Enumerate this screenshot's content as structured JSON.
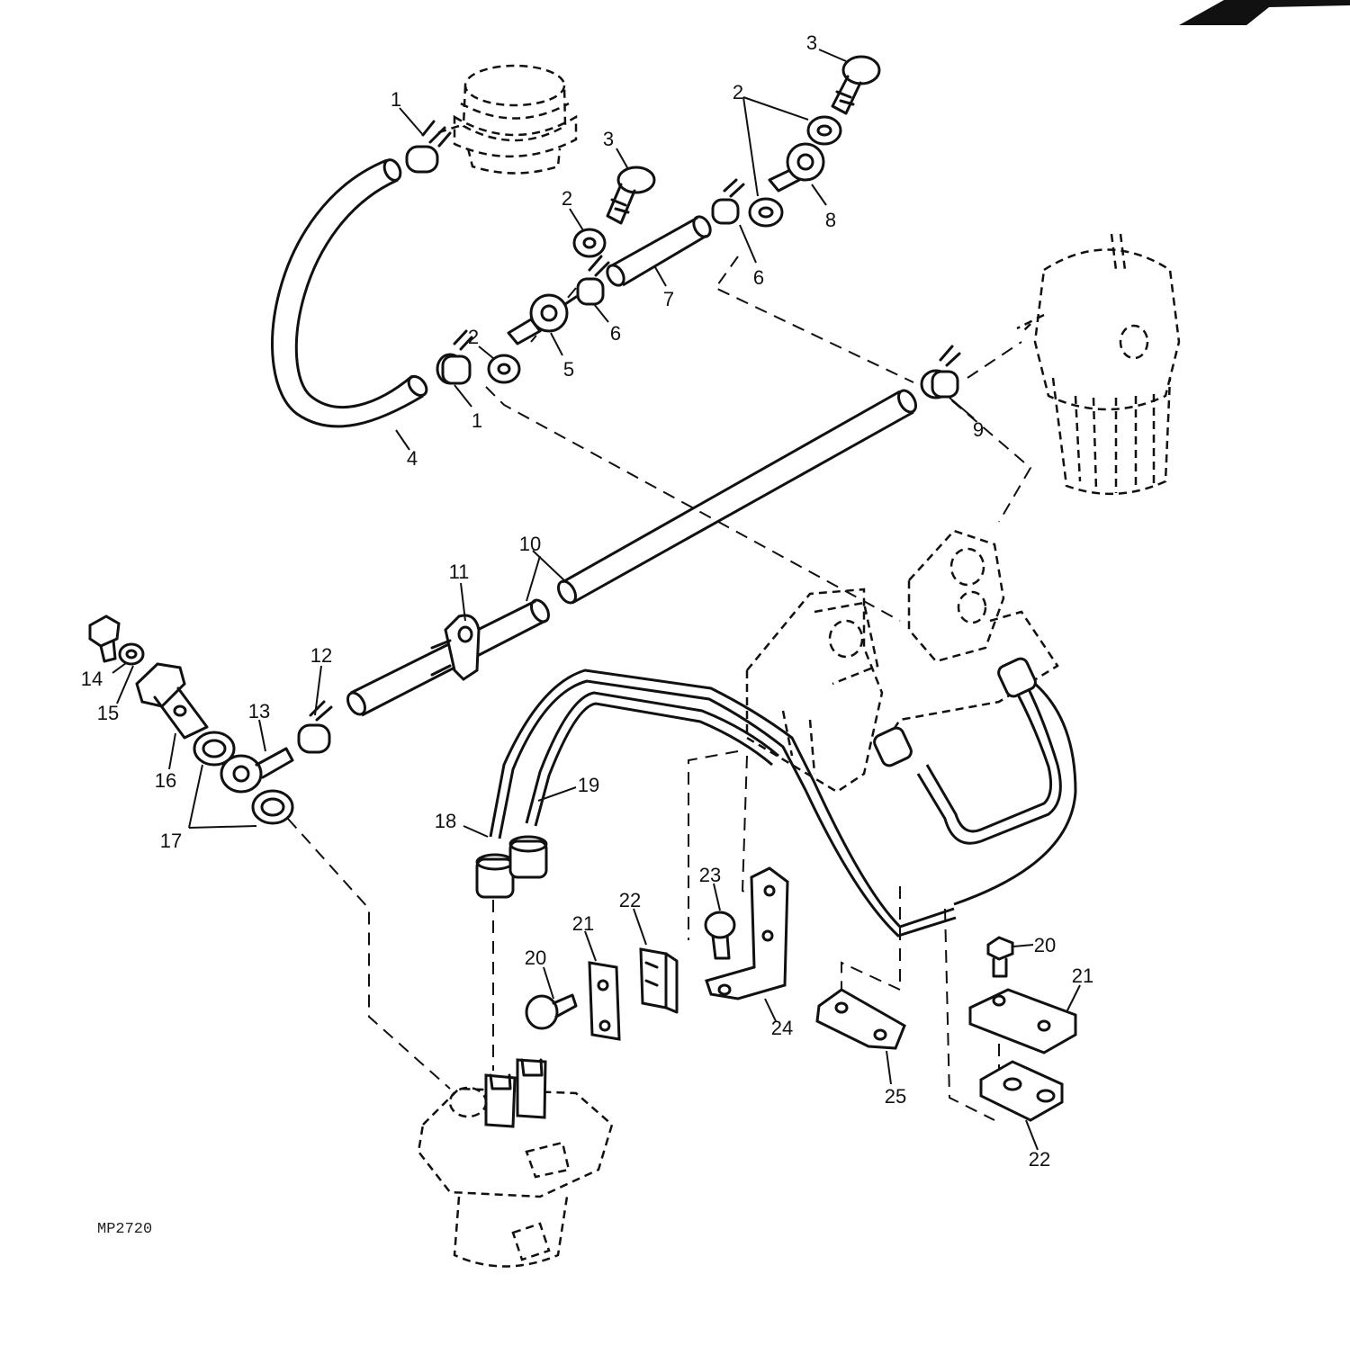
{
  "diagram_code": "MP2720",
  "callouts": [
    {
      "id": "c1a",
      "text": "1"
    },
    {
      "id": "c1b",
      "text": "1"
    },
    {
      "id": "c2a",
      "text": "2"
    },
    {
      "id": "c2b",
      "text": "2"
    },
    {
      "id": "c2c",
      "text": "2"
    },
    {
      "id": "c3a",
      "text": "3"
    },
    {
      "id": "c3b",
      "text": "3"
    },
    {
      "id": "c4",
      "text": "4"
    },
    {
      "id": "c5",
      "text": "5"
    },
    {
      "id": "c6a",
      "text": "6"
    },
    {
      "id": "c6b",
      "text": "6"
    },
    {
      "id": "c7",
      "text": "7"
    },
    {
      "id": "c8",
      "text": "8"
    },
    {
      "id": "c9",
      "text": "9"
    },
    {
      "id": "c10",
      "text": "10"
    },
    {
      "id": "c11",
      "text": "11"
    },
    {
      "id": "c12",
      "text": "12"
    },
    {
      "id": "c13",
      "text": "13"
    },
    {
      "id": "c14",
      "text": "14"
    },
    {
      "id": "c15",
      "text": "15"
    },
    {
      "id": "c16",
      "text": "16"
    },
    {
      "id": "c17",
      "text": "17"
    },
    {
      "id": "c18",
      "text": "18"
    },
    {
      "id": "c19",
      "text": "19"
    },
    {
      "id": "c20a",
      "text": "20"
    },
    {
      "id": "c20b",
      "text": "20"
    },
    {
      "id": "c21a",
      "text": "21"
    },
    {
      "id": "c21b",
      "text": "21"
    },
    {
      "id": "c22a",
      "text": "22"
    },
    {
      "id": "c22b",
      "text": "22"
    },
    {
      "id": "c23",
      "text": "23"
    },
    {
      "id": "c24",
      "text": "24"
    },
    {
      "id": "c25",
      "text": "25"
    }
  ]
}
